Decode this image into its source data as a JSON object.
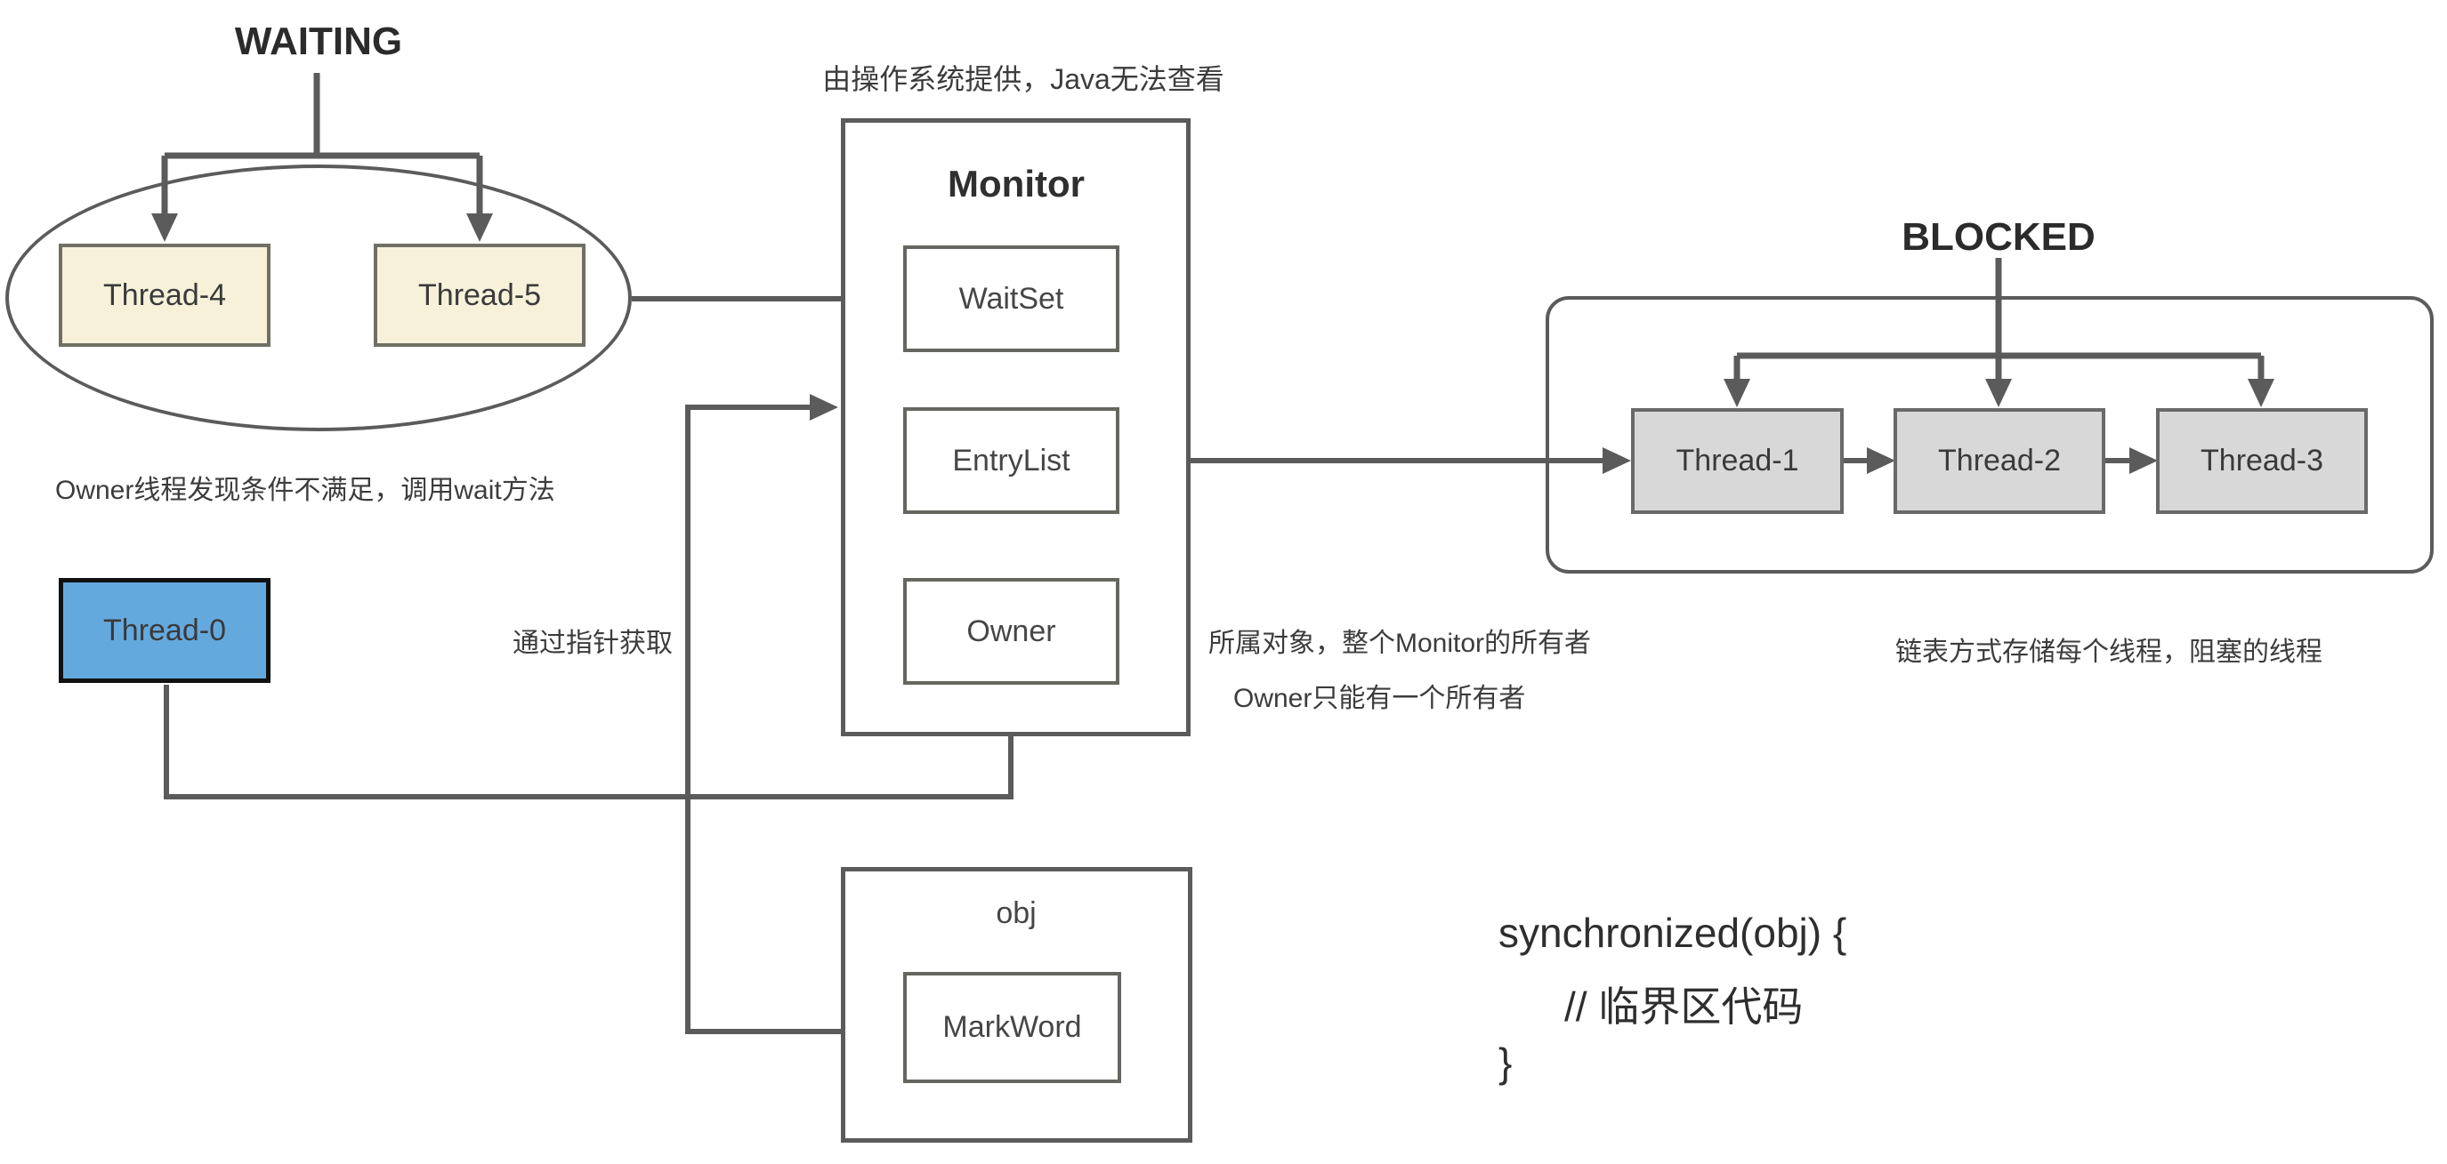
{
  "waiting": {
    "title": "WAITING",
    "threads": [
      "Thread-4",
      "Thread-5"
    ],
    "caption": "Owner线程发现条件不满足，调用wait方法"
  },
  "monitor": {
    "os_caption": "由操作系统提供，Java无法查看",
    "title": "Monitor",
    "waitset": "WaitSet",
    "entrylist": "EntryList",
    "owner": "Owner",
    "owner_caption_line1": "所属对象，整个Monitor的所有者",
    "owner_caption_line2": "Owner只能有一个所有者",
    "pointer_caption": "通过指针获取"
  },
  "blocked": {
    "title": "BLOCKED",
    "threads": [
      "Thread-1",
      "Thread-2",
      "Thread-3"
    ],
    "caption": "链表方式存储每个线程，阻塞的线程"
  },
  "owner_thread": {
    "label": "Thread-0"
  },
  "object": {
    "title": "obj",
    "field": "MarkWord"
  },
  "code": {
    "line1": "synchronized(obj) {",
    "line2": "// 临界区代码",
    "line3": "}"
  },
  "colors": {
    "line": "#5b5b5b",
    "cream": "#f7f1da",
    "blue": "#64a9dd",
    "gray": "#d8d8d8",
    "ink": "#2b2b2b"
  }
}
